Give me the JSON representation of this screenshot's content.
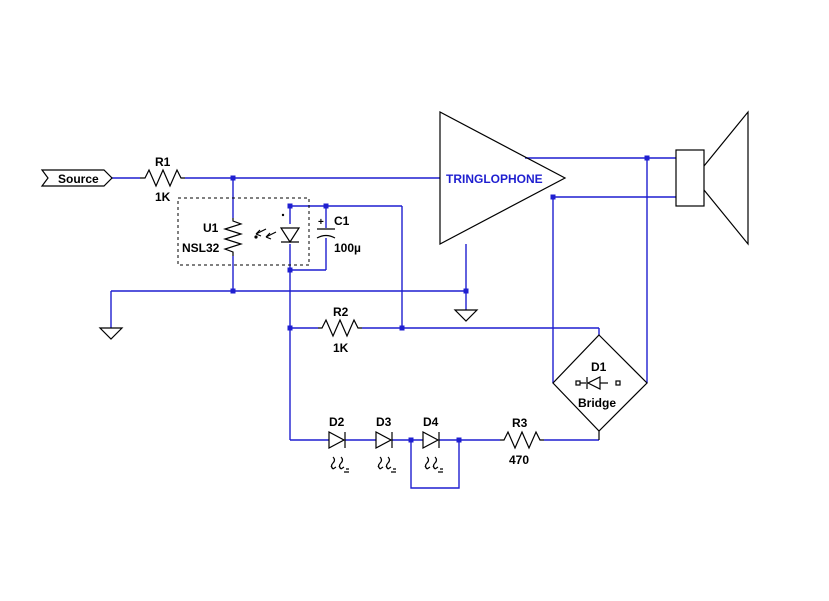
{
  "net_labels": {
    "source": "Source"
  },
  "components": {
    "r1": {
      "ref": "R1",
      "value": "1K"
    },
    "r2": {
      "ref": "R2",
      "value": "1K"
    },
    "r3": {
      "ref": "R3",
      "value": "470"
    },
    "u1": {
      "ref": "U1",
      "value": "NSL32"
    },
    "c1": {
      "ref": "C1",
      "value": "100µ"
    },
    "d1": {
      "ref": "D1",
      "value": "Bridge"
    },
    "d2": {
      "ref": "D2"
    },
    "d3": {
      "ref": "D3"
    },
    "d4": {
      "ref": "D4"
    },
    "amp": {
      "label": "TRINGLOPHONE"
    },
    "cap_polarity": "+"
  },
  "colors": {
    "wire": "#1f1fd0",
    "component": "#000000",
    "amp_label": "#1f1fd0"
  }
}
